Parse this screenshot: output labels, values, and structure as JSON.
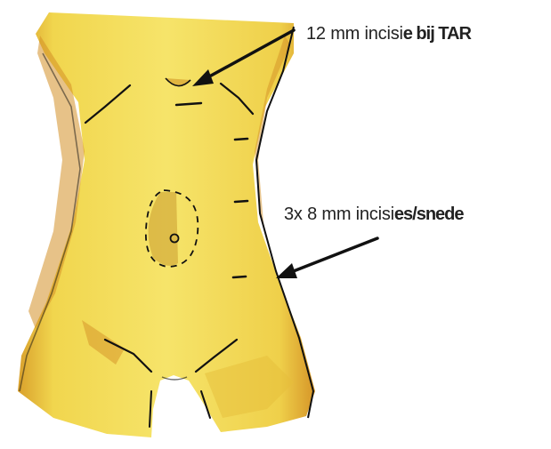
{
  "labels": {
    "top": {
      "plain": "12 mm incisi",
      "bold": "e bij TAR"
    },
    "mid": {
      "plain": "3x 8 mm incisi",
      "bold": "es/snede"
    }
  },
  "colors": {
    "skin_light": "#f3df5a",
    "skin_mid": "#e8c636",
    "skin_shade": "#d48f26",
    "outline": "#111111",
    "background": "#ffffff"
  }
}
